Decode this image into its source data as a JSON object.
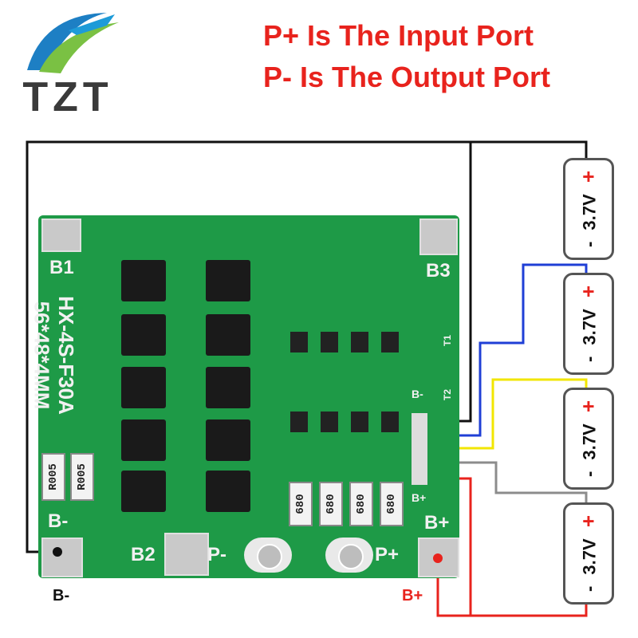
{
  "logo": {
    "text": "TZT"
  },
  "header": {
    "line1": "P+ Is The Input Port",
    "line2": "P-  Is The Output Port"
  },
  "board": {
    "model": "HX-4S-F30A",
    "size": "56*48*4MM",
    "labels": {
      "b1": "B1",
      "b2": "B2",
      "b3": "B3",
      "b_minus": "B-",
      "b_plus": "B+",
      "p_minus": "P-",
      "p_plus": "P+",
      "b_minus_small": "B-",
      "b_plus_small": "B+",
      "t1": "T1",
      "t2": "T2"
    },
    "resistors": [
      "680",
      "680",
      "680",
      "680"
    ],
    "shunts": [
      "R005",
      "R005"
    ]
  },
  "cells": [
    {
      "voltage": "3.7V",
      "plus": "+",
      "minus": "-"
    },
    {
      "voltage": "3.7V",
      "plus": "+",
      "minus": "-"
    },
    {
      "voltage": "3.7V",
      "plus": "+",
      "minus": "-"
    },
    {
      "voltage": "3.7V",
      "plus": "+",
      "minus": "-"
    }
  ],
  "terminals": {
    "b_minus": "B-",
    "b_plus": "B+"
  },
  "colors": {
    "header_red": "#e8231d",
    "board_green": "#1e9a47",
    "wire_black": "#111111",
    "wire_blue": "#1f3fd6",
    "wire_yellow": "#f2e600",
    "wire_gray": "#8c8c8c",
    "wire_red": "#e8231d"
  }
}
